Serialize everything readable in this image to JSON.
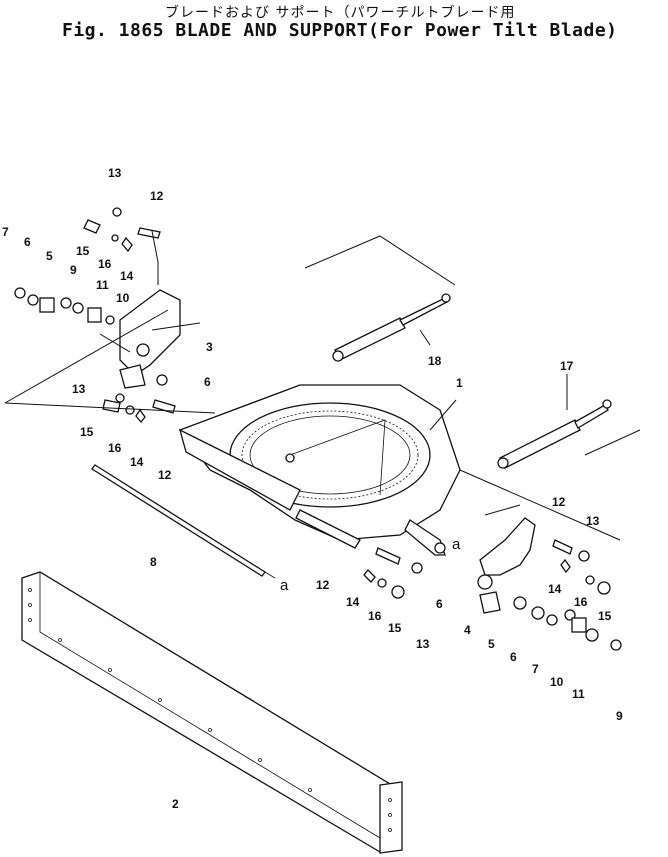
{
  "title": {
    "japanese": "ブレードおよび サポート（パワーチルトブレード用",
    "english": "Fig. 1865 BLADE AND SUPPORT(For Power Tilt Blade)"
  },
  "reference_marks": [
    "a",
    "a"
  ],
  "callouts": [
    "1",
    "2",
    "3",
    "4",
    "5",
    "6",
    "7",
    "8",
    "9",
    "10",
    "11",
    "12",
    "13",
    "14",
    "15",
    "16",
    "17",
    "18"
  ],
  "callout_instances": [
    "13",
    "12",
    "7",
    "6",
    "15",
    "16",
    "14",
    "5",
    "9",
    "11",
    "10",
    "3",
    "6",
    "13",
    "15",
    "16",
    "14",
    "12",
    "18",
    "1",
    "17",
    "8",
    "12",
    "14",
    "16",
    "15",
    "13",
    "6",
    "4",
    "5",
    "6",
    "7",
    "12",
    "13",
    "14",
    "16",
    "15",
    "10",
    "11",
    "9",
    "2"
  ]
}
